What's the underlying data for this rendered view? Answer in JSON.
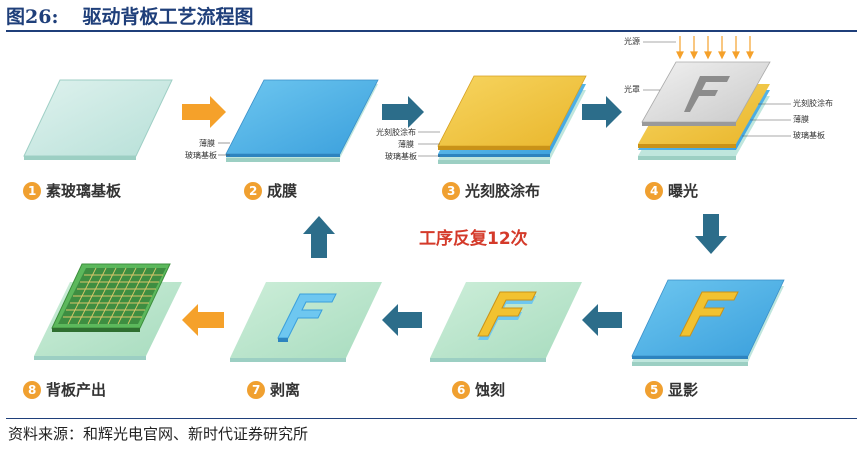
{
  "figure": {
    "title_num": "图26:",
    "title_text": "驱动背板工艺流程图",
    "repeat_note": "工序反复12次",
    "source": "资料来源：和辉光电官网、新时代证券研究所"
  },
  "steps": [
    {
      "num": "1",
      "label": "素玻璃基板"
    },
    {
      "num": "2",
      "label": "成膜"
    },
    {
      "num": "3",
      "label": "光刻胶涂布"
    },
    {
      "num": "4",
      "label": "曝光"
    },
    {
      "num": "5",
      "label": "显影"
    },
    {
      "num": "6",
      "label": "蚀刻"
    },
    {
      "num": "7",
      "label": "剥离"
    },
    {
      "num": "8",
      "label": "背板产出"
    }
  ],
  "layer_labels": {
    "film": "薄膜",
    "glass": "玻璃基板",
    "photoresist": "光刻胶涂布",
    "light_source": "光源",
    "mask": "光罩"
  },
  "colors": {
    "title": "#1f3f7a",
    "step_badge": "#f0a030",
    "orange_arrow": "#f5a12a",
    "teal_arrow": "#2c6d8a",
    "repeat_text": "#d43a2a"
  }
}
